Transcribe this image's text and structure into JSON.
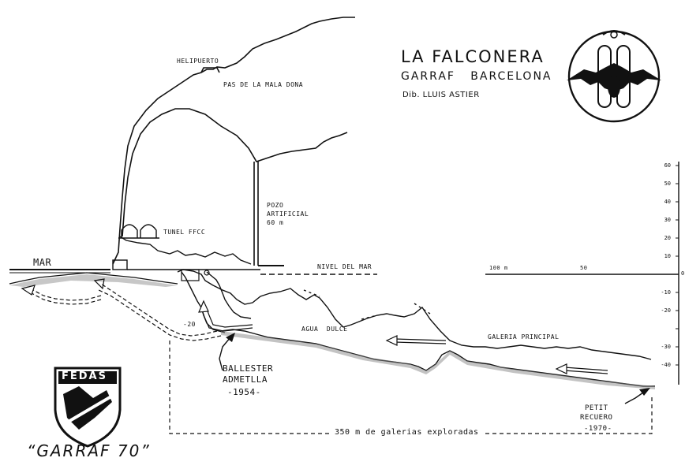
{
  "title": {
    "main": "LA FALCONERA",
    "location": "GARRAF   BARCELONA",
    "credit": "Dib. LLUIS ASTIER"
  },
  "labels": {
    "helipuerto": "HELIPUERTO",
    "pas": "PAS DE LA MALA DONA",
    "pozo_1": "POZO",
    "pozo_2": "ARTIFICIAL",
    "pozo_3": "60 m",
    "tunel": "TUNEL FFCC",
    "mar": "MAR",
    "nivel": "NIVEL DEL MAR",
    "agua_dulce": "AGUA  DULCE",
    "galeria": "GALERIA PRINCIPAL",
    "minus20": "-20",
    "ballester_1": "BALLESTER",
    "ballester_2": "ADMETLLA",
    "ballester_3": "-1954-",
    "petit_1": "PETIT",
    "petit_2": "RECUERO",
    "petit_3": "-1970-",
    "galerias": "350 m de galerias exploradas"
  },
  "scale": {
    "h_start": "100 m",
    "h_mid": "50",
    "h_end": "0",
    "v_ticks": [
      "60",
      "50",
      "40",
      "30",
      "20",
      "10",
      "0",
      "-10",
      "-20",
      "-30",
      "-40"
    ]
  },
  "logos": {
    "fedas_text": "FEDAS",
    "badge_name": "bat-diver-emblem"
  },
  "footer": {
    "garraf": "“GARRAF 70”"
  }
}
